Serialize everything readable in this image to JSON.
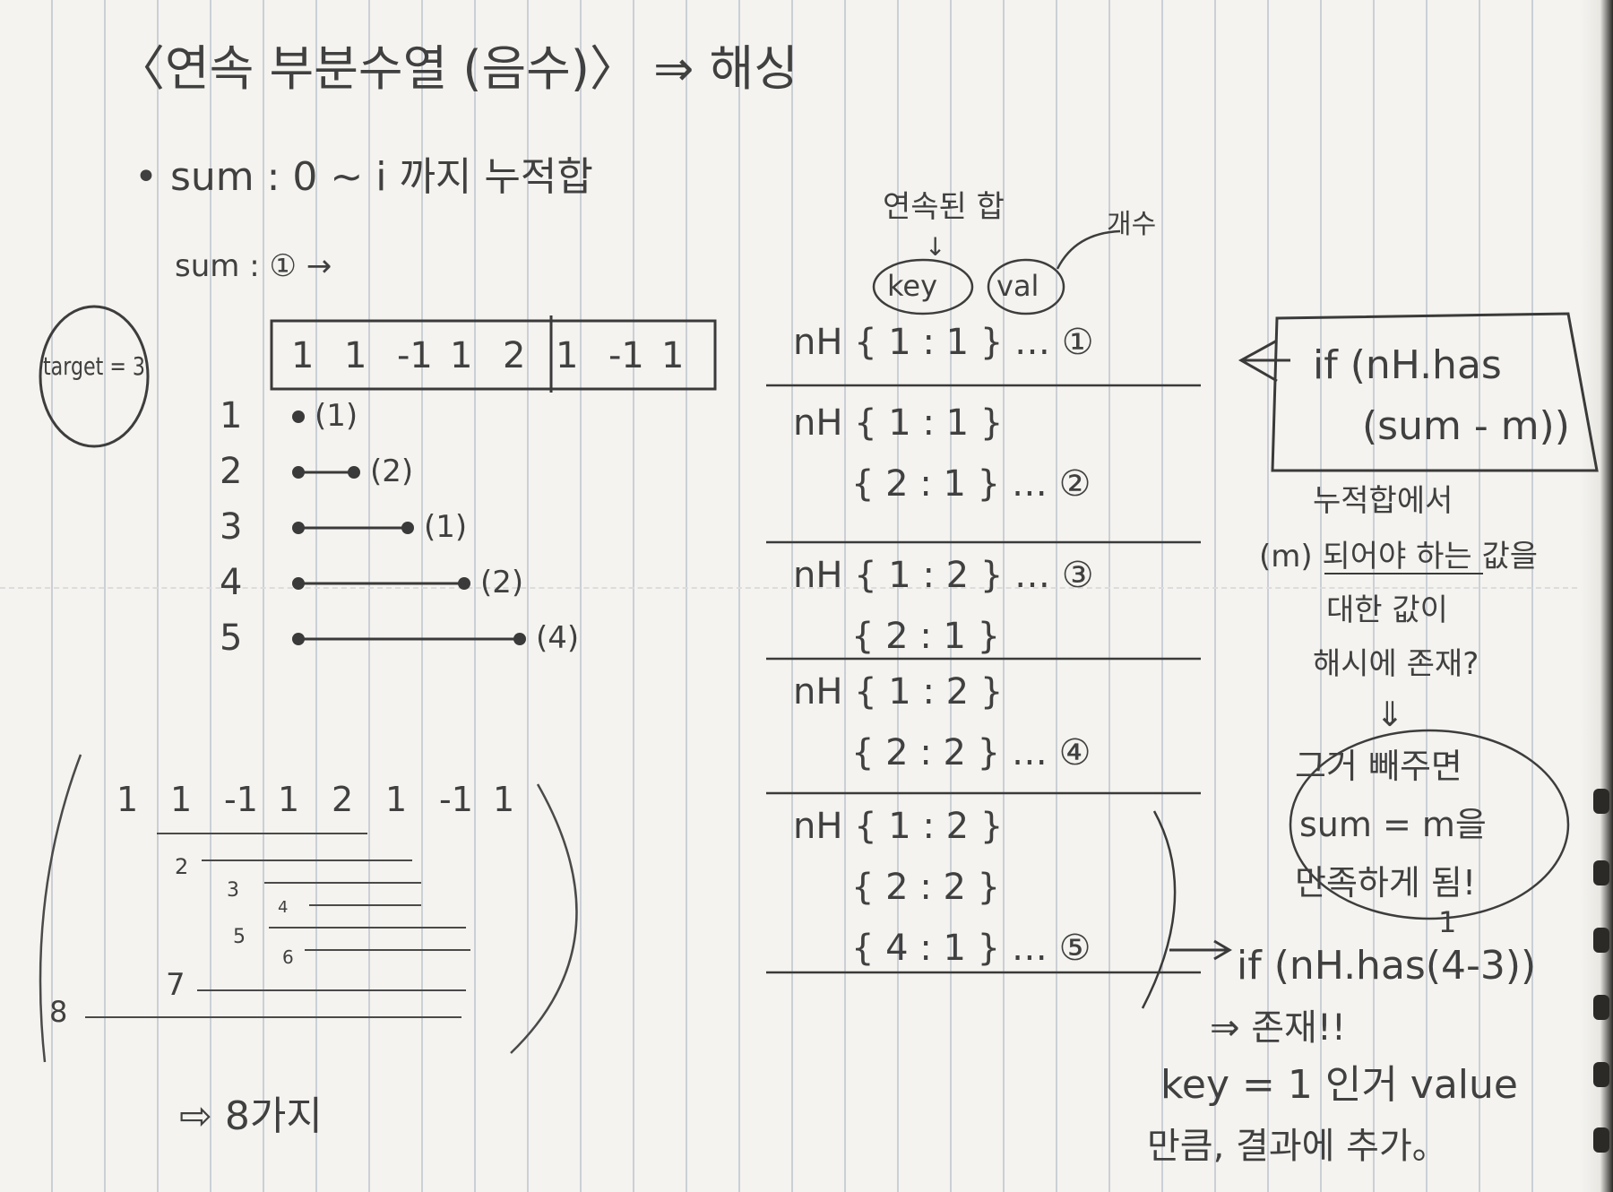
{
  "note": {
    "title": "〈연속 부분수열 (음수)〉 ⇒ 해싱",
    "definition": "• sum : 0 ~ i 까지 누적합",
    "sum_label": "sum : ① →",
    "target_label": "target = 3",
    "array_values": [
      "1",
      "1",
      "-1",
      "1",
      "2",
      "1",
      "-1",
      "1"
    ],
    "prefix_rows": [
      {
        "index": "1",
        "count": "(1)"
      },
      {
        "index": "2",
        "count": "(2)"
      },
      {
        "index": "3",
        "count": "(1)"
      },
      {
        "index": "4",
        "count": "(2)"
      },
      {
        "index": "5",
        "count": "(4)"
      }
    ],
    "lower_array": [
      "1",
      "1",
      "-1",
      "1",
      "2",
      "1",
      "-1",
      "1"
    ],
    "lower_numbers": [
      "2",
      "3",
      "4",
      "5",
      "6",
      "7",
      "8"
    ],
    "lower_result": "⇨ 8가지",
    "hash_header": {
      "top": "연속된 합",
      "key": "key",
      "val": "val",
      "count": "개수"
    },
    "hash_blocks": [
      {
        "lines": [
          "nH { 1 : 1 } … ①"
        ]
      },
      {
        "lines": [
          "nH { 1 : 1 }",
          "{ 2 : 1 } … ②"
        ]
      },
      {
        "lines": [
          "nH { 1 : 2 } … ③",
          "{ 2 : 1 }"
        ]
      },
      {
        "lines": [
          "nH { 1 : 2 }",
          "{ 2 : 2 } … ④"
        ]
      },
      {
        "lines": [
          "nH { 1 : 2 }",
          "{ 2 : 2 }",
          "{ 4 : 1 } … ⑤"
        ]
      }
    ],
    "box_code": [
      "if (nH.has",
      "(sum - m))"
    ],
    "explain_lines": [
      "누적합에서",
      "(m) 되어야 하는 값을",
      "대한 값이",
      "해시에 존재?"
    ],
    "arrow_down": "⇓",
    "bubble_lines": [
      "그거 빼주면",
      "sum = m을",
      "만족하게 됨!"
    ],
    "check_code": "if (nH.has(4-3))",
    "check_mark": "1",
    "result_lines": [
      "⇒ 존재!!",
      "key = 1 인거 value",
      "만큼, 결과에 추가。"
    ]
  }
}
